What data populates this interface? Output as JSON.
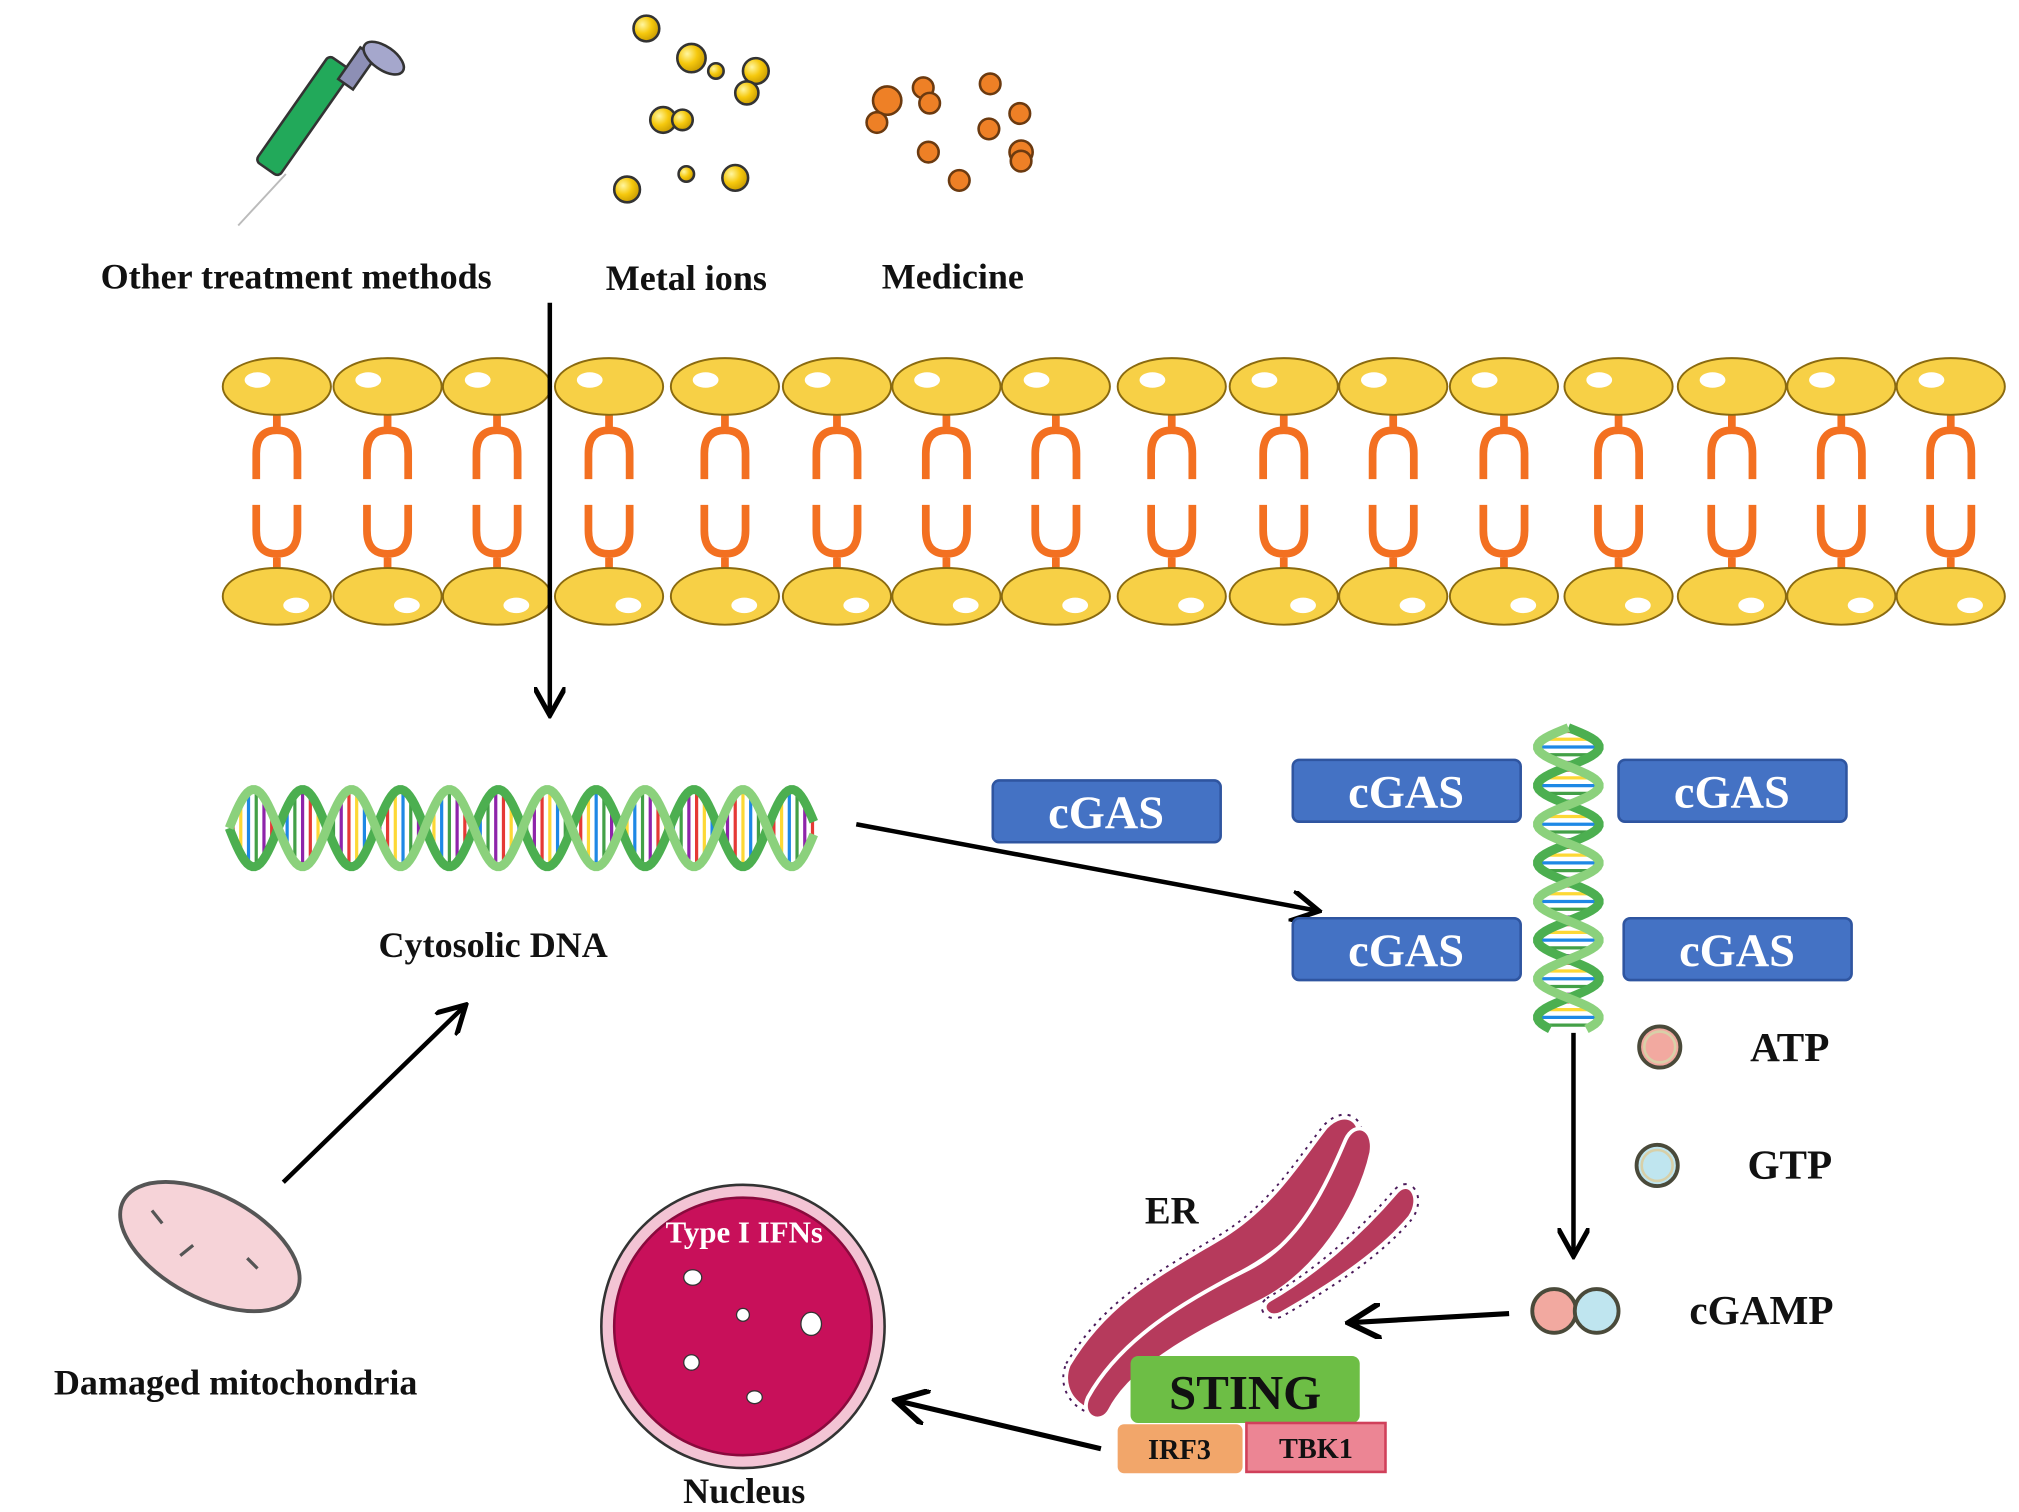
{
  "sources": {
    "other_treatment": "Other treatment methods",
    "metal_ions": "Metal ions",
    "medicine": "Medicine"
  },
  "cytosolic_dna": "Cytosolic DNA",
  "damaged_mitochondria": "Damaged mitochondria",
  "cgas_label": "cGAS",
  "atp": "ATP",
  "gtp": "GTP",
  "cgamp": "cGAMP",
  "er": "ER",
  "sting": "STING",
  "irf3": "IRF3",
  "tbk1": "TBK1",
  "ifn": "Type I IFNs",
  "nucleus": "Nucleus",
  "colors": {
    "cgas": "#4472C4",
    "sting": "#6DBE45",
    "irf3": "#F2A66A",
    "tbk1": "#EC8594",
    "nucleus": "#C8105A",
    "lipid_head": "#F7D046",
    "lipid_tail": "#F37021",
    "er": "#B63A5C"
  }
}
